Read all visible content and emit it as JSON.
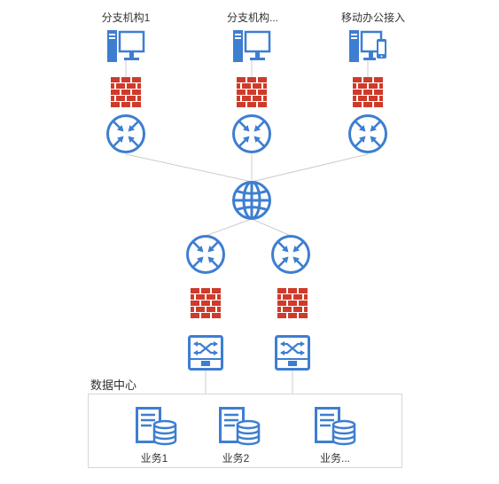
{
  "colors": {
    "accent_blue": "#3d7ed1",
    "firewall_red": "#cf3b2b",
    "line_gray": "#cccccc"
  },
  "branches": [
    {
      "label": "分支机构1",
      "icon": "desktop-computer-icon"
    },
    {
      "label": "分支机构...",
      "icon": "desktop-computer-icon"
    },
    {
      "label": "移动办公接入",
      "icon": "computer-with-phone-icon"
    }
  ],
  "internet": {
    "icon": "globe-icon"
  },
  "datacenter": {
    "title": "数据中心",
    "services": [
      {
        "label": "业务1",
        "icon": "server-database-icon"
      },
      {
        "label": "业务2",
        "icon": "server-database-icon"
      },
      {
        "label": "业务...",
        "icon": "server-database-icon"
      }
    ]
  }
}
